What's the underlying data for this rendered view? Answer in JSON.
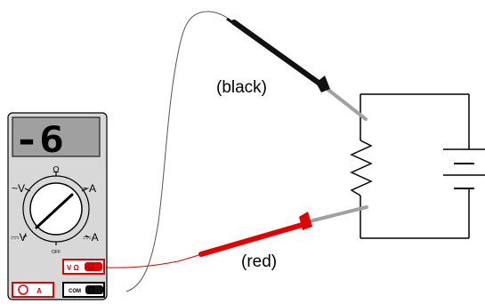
{
  "meter": {
    "display_value": "-6",
    "dial_labels": {
      "ac_volts": "~V",
      "ac_amps": "~A",
      "ohms": "Ω",
      "dc_volts": "⎓V",
      "dc_amps": "⎓A",
      "off": "OFF"
    },
    "jacks": {
      "volt_ohm": "V Ω",
      "common": "COM",
      "amps": "A"
    }
  },
  "probes": {
    "black_label": "(black)",
    "red_label": "(red)"
  },
  "colors": {
    "meter_body": "#d8d8d8",
    "lcd_background": "#a0a0a0",
    "red_probe": "#e00000",
    "black_probe": "#111111",
    "probe_tip": "#a0a0a0"
  }
}
